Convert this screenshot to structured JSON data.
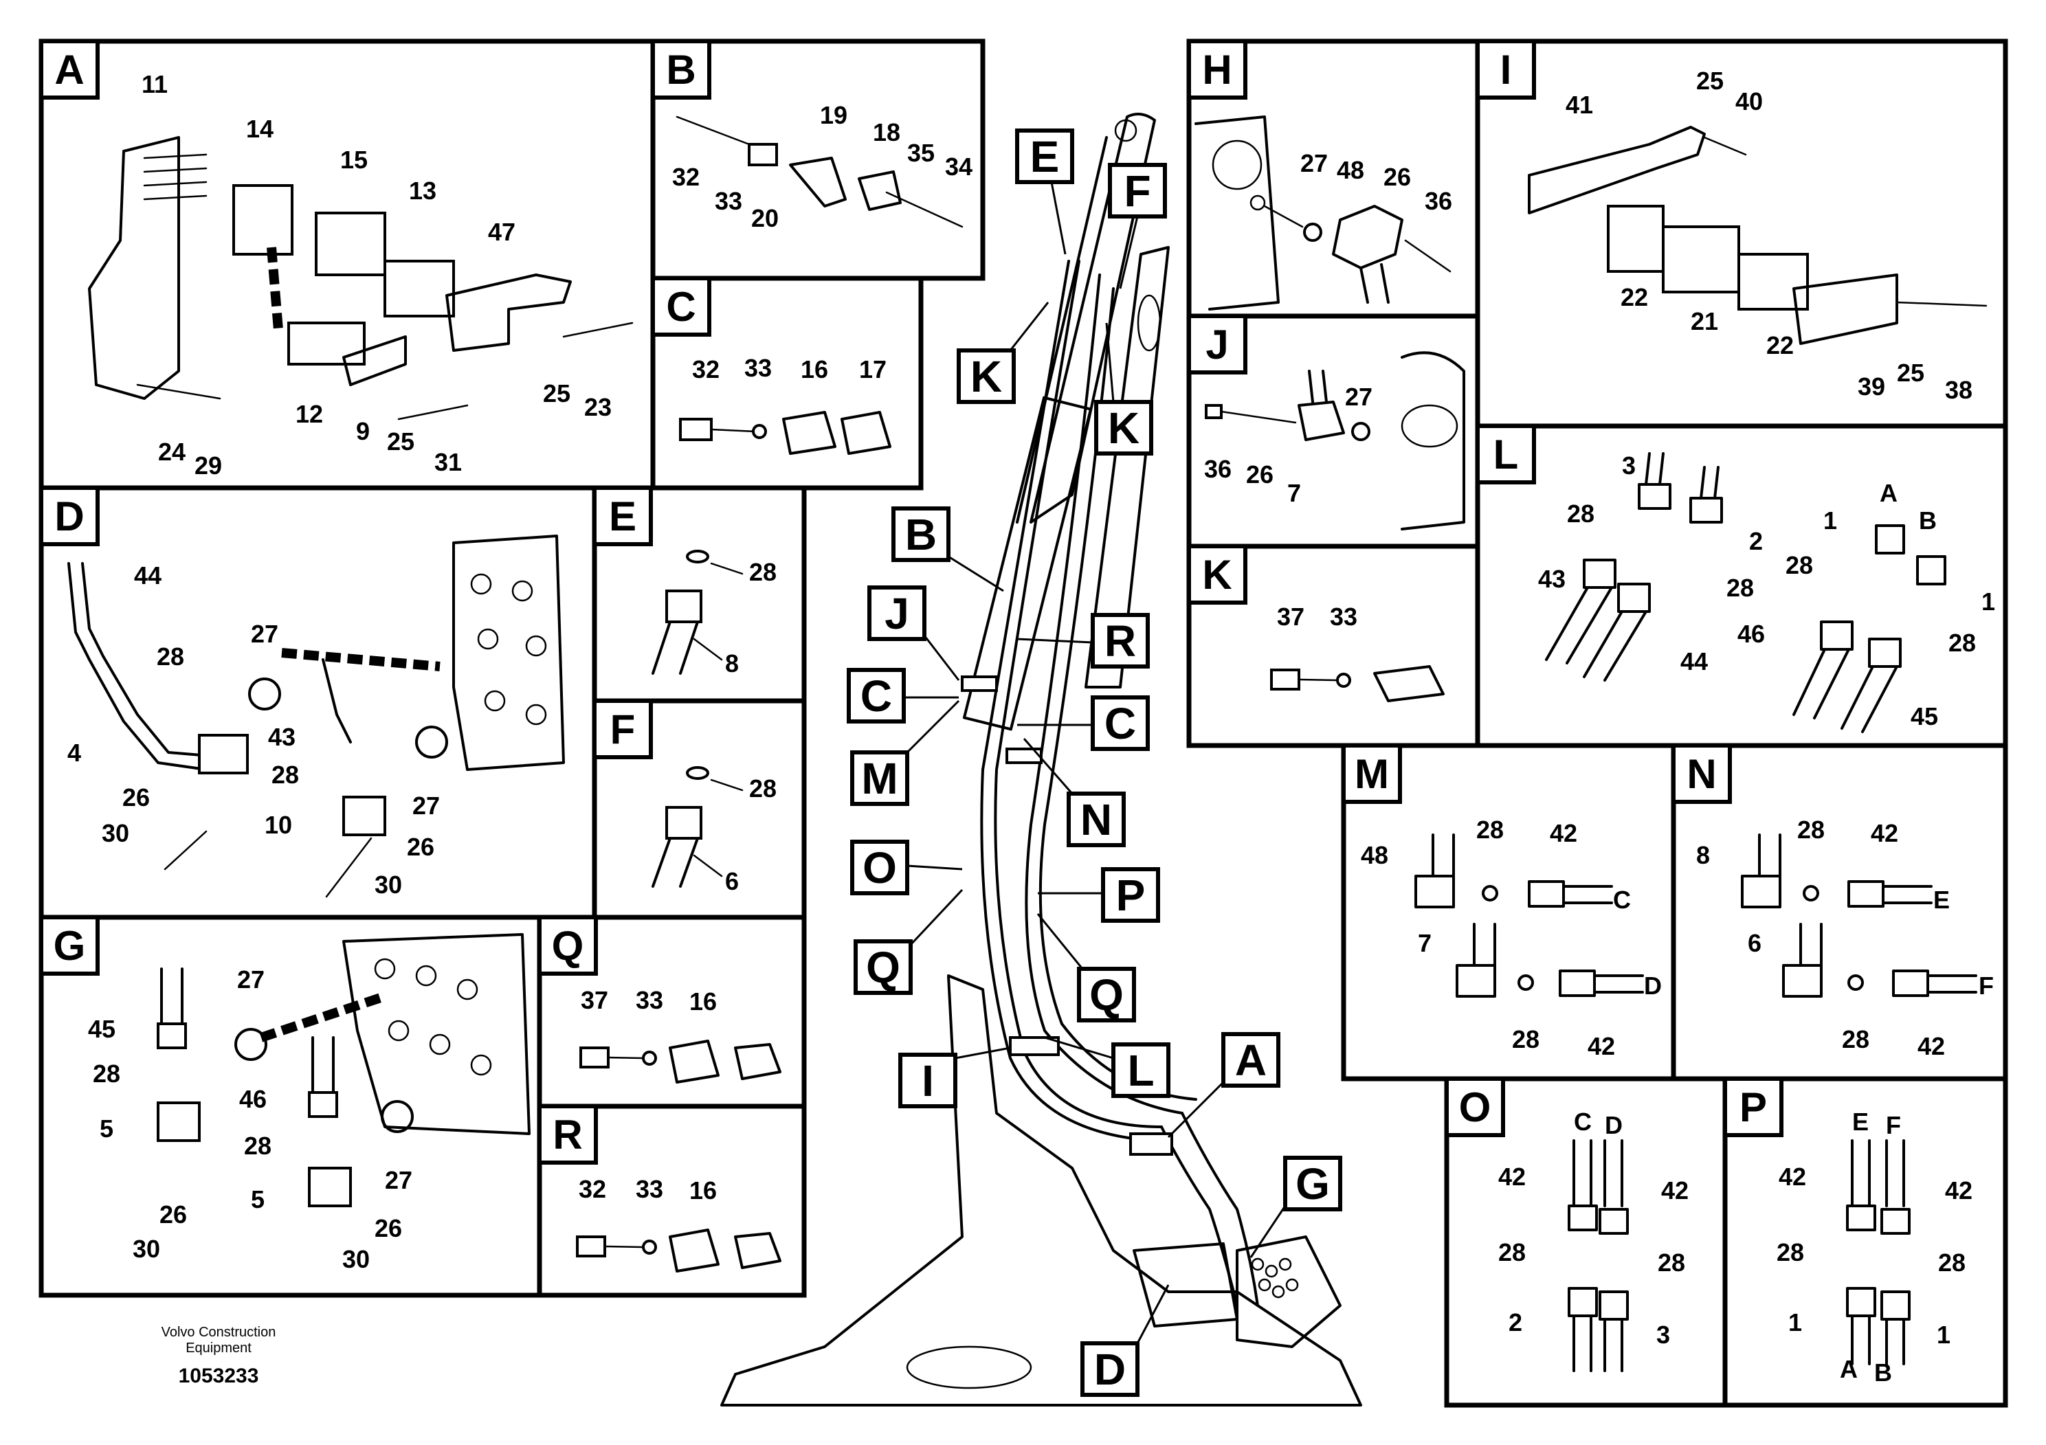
{
  "panels": {
    "A": {
      "letter": "A",
      "labels": [
        "11",
        "14",
        "15",
        "13",
        "47",
        "12",
        "9",
        "25",
        "31",
        "24",
        "29",
        "25",
        "23"
      ]
    },
    "B": {
      "letter": "B",
      "labels": [
        "19",
        "18",
        "35",
        "34",
        "32",
        "33",
        "20"
      ]
    },
    "C": {
      "letter": "C",
      "labels": [
        "32",
        "33",
        "16",
        "17"
      ]
    },
    "D": {
      "letter": "D",
      "labels": [
        "44",
        "28",
        "27",
        "4",
        "43",
        "28",
        "26",
        "30",
        "10",
        "27",
        "26",
        "30"
      ]
    },
    "E": {
      "letter": "E",
      "labels": [
        "28",
        "8"
      ]
    },
    "F": {
      "letter": "F",
      "labels": [
        "28",
        "6"
      ]
    },
    "G": {
      "letter": "G",
      "labels": [
        "27",
        "45",
        "28",
        "5",
        "26",
        "30",
        "46",
        "28",
        "5",
        "27",
        "26",
        "30"
      ]
    },
    "H": {
      "letter": "H",
      "labels": [
        "27",
        "48",
        "26",
        "36"
      ]
    },
    "I": {
      "letter": "I",
      "labels": [
        "41",
        "25",
        "40",
        "22",
        "21",
        "22",
        "39",
        "25",
        "38"
      ]
    },
    "J": {
      "letter": "J",
      "labels": [
        "27",
        "36",
        "26",
        "7"
      ]
    },
    "K": {
      "letter": "K",
      "labels": [
        "37",
        "33"
      ]
    },
    "L": {
      "letter": "L",
      "labels": [
        "3",
        "28",
        "43",
        "2",
        "28",
        "44",
        "A",
        "1",
        "B",
        "28",
        "1",
        "46",
        "28",
        "45"
      ]
    },
    "M": {
      "letter": "M",
      "labels": [
        "48",
        "28",
        "42",
        "C",
        "7",
        "28",
        "42",
        "D"
      ]
    },
    "N": {
      "letter": "N",
      "labels": [
        "8",
        "28",
        "42",
        "E",
        "6",
        "28",
        "42",
        "F"
      ]
    },
    "O": {
      "letter": "O",
      "labels": [
        "C",
        "D",
        "42",
        "42",
        "28",
        "28",
        "2",
        "3"
      ]
    },
    "P": {
      "letter": "P",
      "labels": [
        "E",
        "F",
        "42",
        "42",
        "28",
        "28",
        "1",
        "1",
        "A",
        "B"
      ]
    },
    "Q": {
      "letter": "Q",
      "labels": [
        "37",
        "33",
        "16"
      ]
    },
    "R": {
      "letter": "R",
      "labels": [
        "32",
        "33",
        "16"
      ]
    }
  },
  "callouts": [
    "E",
    "F",
    "K",
    "K",
    "B",
    "J",
    "R",
    "C",
    "C",
    "M",
    "N",
    "O",
    "P",
    "Q",
    "Q",
    "I",
    "L",
    "A",
    "G",
    "D"
  ],
  "footer": {
    "company_line1": "Volvo Construction",
    "company_line2": "Equipment",
    "drawing_number": "1053233"
  }
}
